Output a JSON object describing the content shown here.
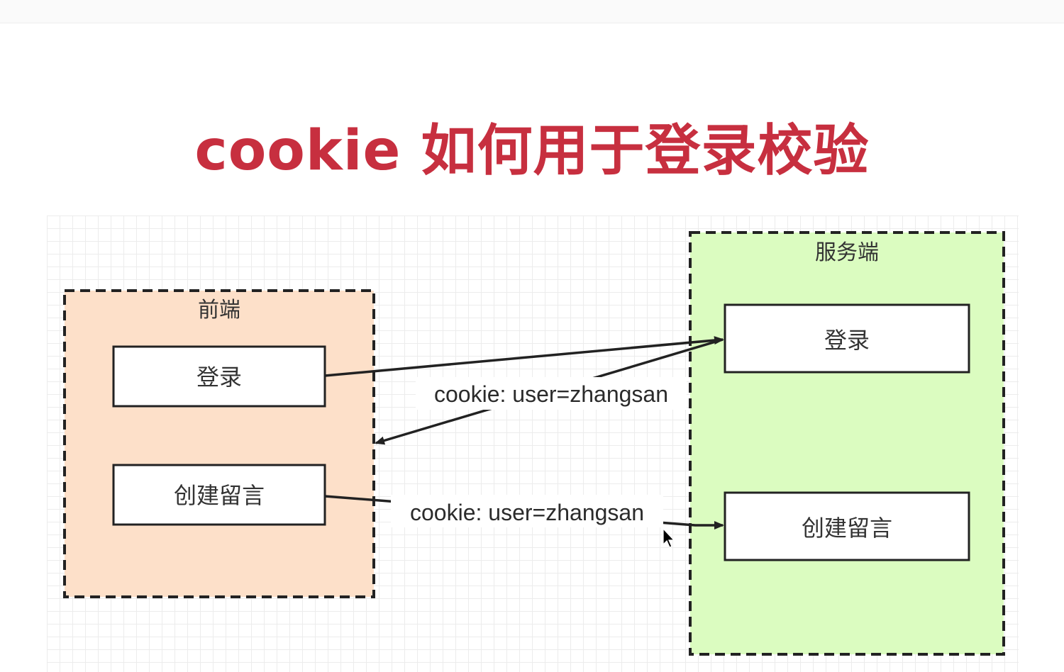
{
  "title": "cookie 如何用于登录校验",
  "colors": {
    "title": "#c72f3f",
    "frontend_fill": "#fde0c9",
    "server_fill": "#dbfcc0",
    "stroke": "#222222"
  },
  "frontend": {
    "label": "前端",
    "login": "登录",
    "create_message": "创建留言"
  },
  "server": {
    "label": "服务端",
    "login": "登录",
    "create_message": "创建留言"
  },
  "edges": {
    "login_response_label": "cookie: user=zhangsan",
    "create_request_label": "cookie: user=zhangsan"
  },
  "cursor_icon": "mouse-pointer-icon"
}
